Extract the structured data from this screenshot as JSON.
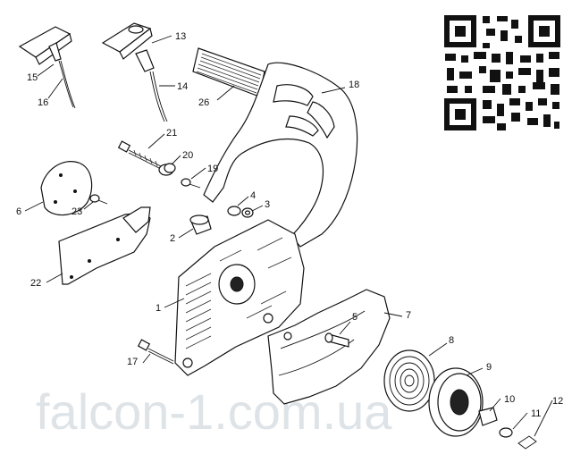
{
  "watermark": "falcon-1.com.ua",
  "callouts": {
    "c1": "1",
    "c2": "2",
    "c3": "3",
    "c4": "4",
    "c5": "5",
    "c6": "6",
    "c7": "7",
    "c8": "8",
    "c9": "9",
    "c10": "10",
    "c11": "11",
    "c12": "12",
    "c13": "13",
    "c14": "14",
    "c15": "15",
    "c16": "16",
    "c17": "17",
    "c18": "18",
    "c19": "19",
    "c20": "20",
    "c21": "21",
    "c22": "22",
    "c23": "23",
    "c26": "26"
  },
  "icons": {
    "qr": "qr-code-icon"
  }
}
